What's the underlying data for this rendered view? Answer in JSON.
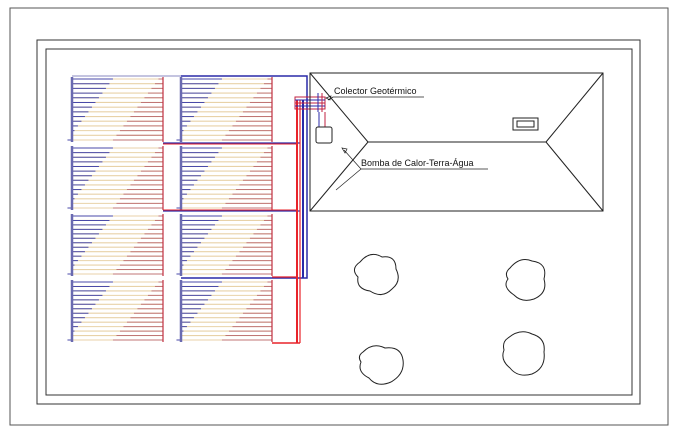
{
  "labels": {
    "collector": "Colector Geotérmico",
    "heat_pump": "Bomba de Calor-Terra-Água"
  },
  "colors": {
    "supply": "#e8232a",
    "return": "#2a2aa8",
    "pipe_fill": "#e8d2a8",
    "outline": "#222222"
  },
  "collector_grid": {
    "columns": 2,
    "rows": 4,
    "loops_per_panel": 14
  }
}
